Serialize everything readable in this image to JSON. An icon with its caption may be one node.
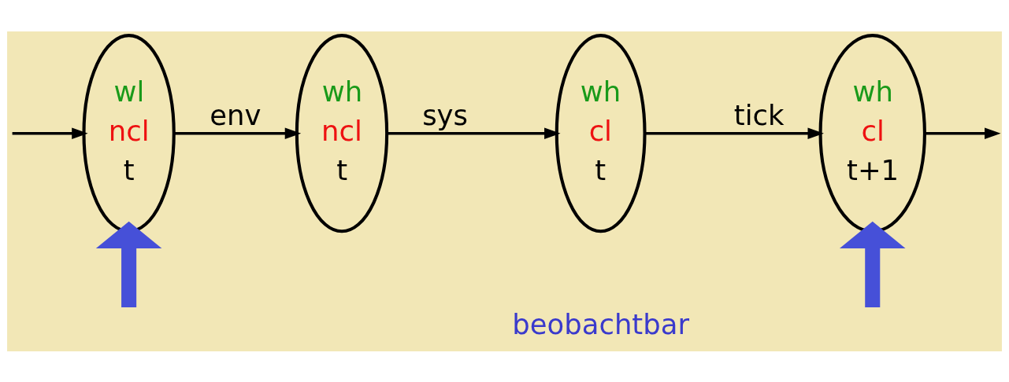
{
  "diagram": {
    "nodes": [
      {
        "text": [
          "wl",
          "ncl",
          "t"
        ]
      },
      {
        "text": [
          "wh",
          "ncl",
          "t"
        ]
      },
      {
        "text": [
          "wh",
          "cl",
          "t"
        ]
      },
      {
        "text": [
          "wh",
          "cl",
          "t+1"
        ]
      }
    ],
    "edges": [
      {
        "from": null,
        "to": 0,
        "arrow": "to",
        "style": "thick",
        "color": "#4650d8"
      },
      {
        "from": null,
        "to": 3,
        "arrow": "to",
        "style": "thick",
        "color": "#4650d8"
      },
      {
        "from": null,
        "to": 0,
        "arrow": "to"
      },
      {
        "from": 0,
        "to": 1,
        "arrow": "to",
        "label": "env"
      },
      {
        "from": 1,
        "to": 2,
        "arrow": "to",
        "label": "sys"
      },
      {
        "from": 2,
        "to": 3,
        "arrow": "to",
        "label": "tick"
      },
      {
        "from": 3,
        "to": null,
        "arrow": "to"
      }
    ],
    "labels": [
      "beobachtbar"
    ]
  }
}
